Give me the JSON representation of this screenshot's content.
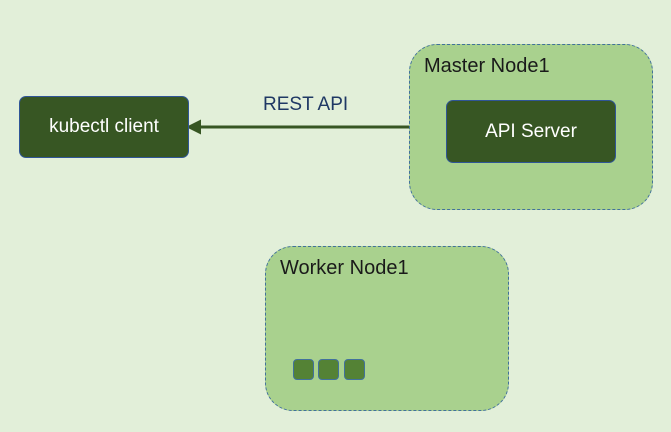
{
  "colors": {
    "background": "#e2efd9",
    "node_fill": "#a9d18e",
    "node_border": "#41719c",
    "box_fill": "#375623",
    "box_border": "#2f5597",
    "pod_fill": "#548235",
    "arrow": "#375623",
    "label": "#1f3864"
  },
  "client": {
    "label": "kubectl client"
  },
  "connection": {
    "label": "REST API",
    "direction": "bidirectional"
  },
  "master_node": {
    "title": "Master Node1",
    "component": "API Server"
  },
  "worker_node": {
    "title": "Worker Node1",
    "pods": [
      "",
      "",
      ""
    ]
  }
}
